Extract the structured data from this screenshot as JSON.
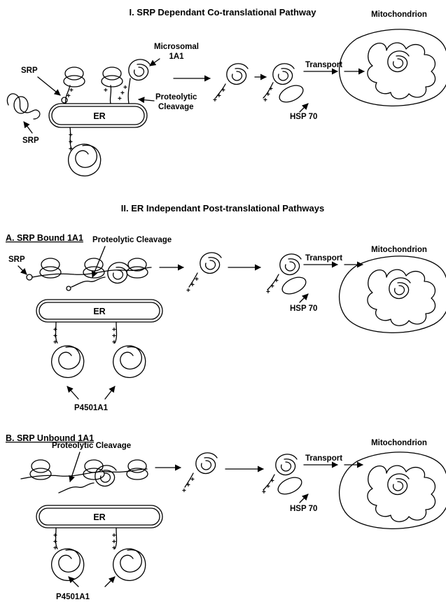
{
  "sections": {
    "s1": {
      "title": "I. SRP Dependant Co-translational Pathway",
      "labels": {
        "srp_top": "SRP",
        "srp_bottom": "SRP",
        "microsomal_line1": "Microsomal",
        "microsomal_line2": "1A1",
        "proteolytic_line1": "Proteolytic",
        "proteolytic_line2": "Cleavage",
        "er": "ER",
        "transport": "Transport",
        "hsp": "HSP 70",
        "mitochondrion": "Mitochondrion"
      }
    },
    "s2": {
      "title": "II. ER Independant Post-translational Pathways"
    },
    "sA": {
      "subtitle": "A. SRP Bound 1A1",
      "labels": {
        "srp": "SRP",
        "proteolytic": "Proteolytic Cleavage",
        "er": "ER",
        "transport": "Transport",
        "hsp": "HSP 70",
        "mitochondrion": "Mitochondrion",
        "p450": "P4501A1"
      }
    },
    "sB": {
      "subtitle": "B. SRP Unbound 1A1",
      "labels": {
        "proteolytic": "Proteolytic Cleavage",
        "er": "ER",
        "transport": "Transport",
        "hsp": "HSP 70",
        "mitochondrion": "Mitochondrion",
        "p450": "P4501A1"
      }
    }
  },
  "glyphs": {
    "plus": "+"
  }
}
